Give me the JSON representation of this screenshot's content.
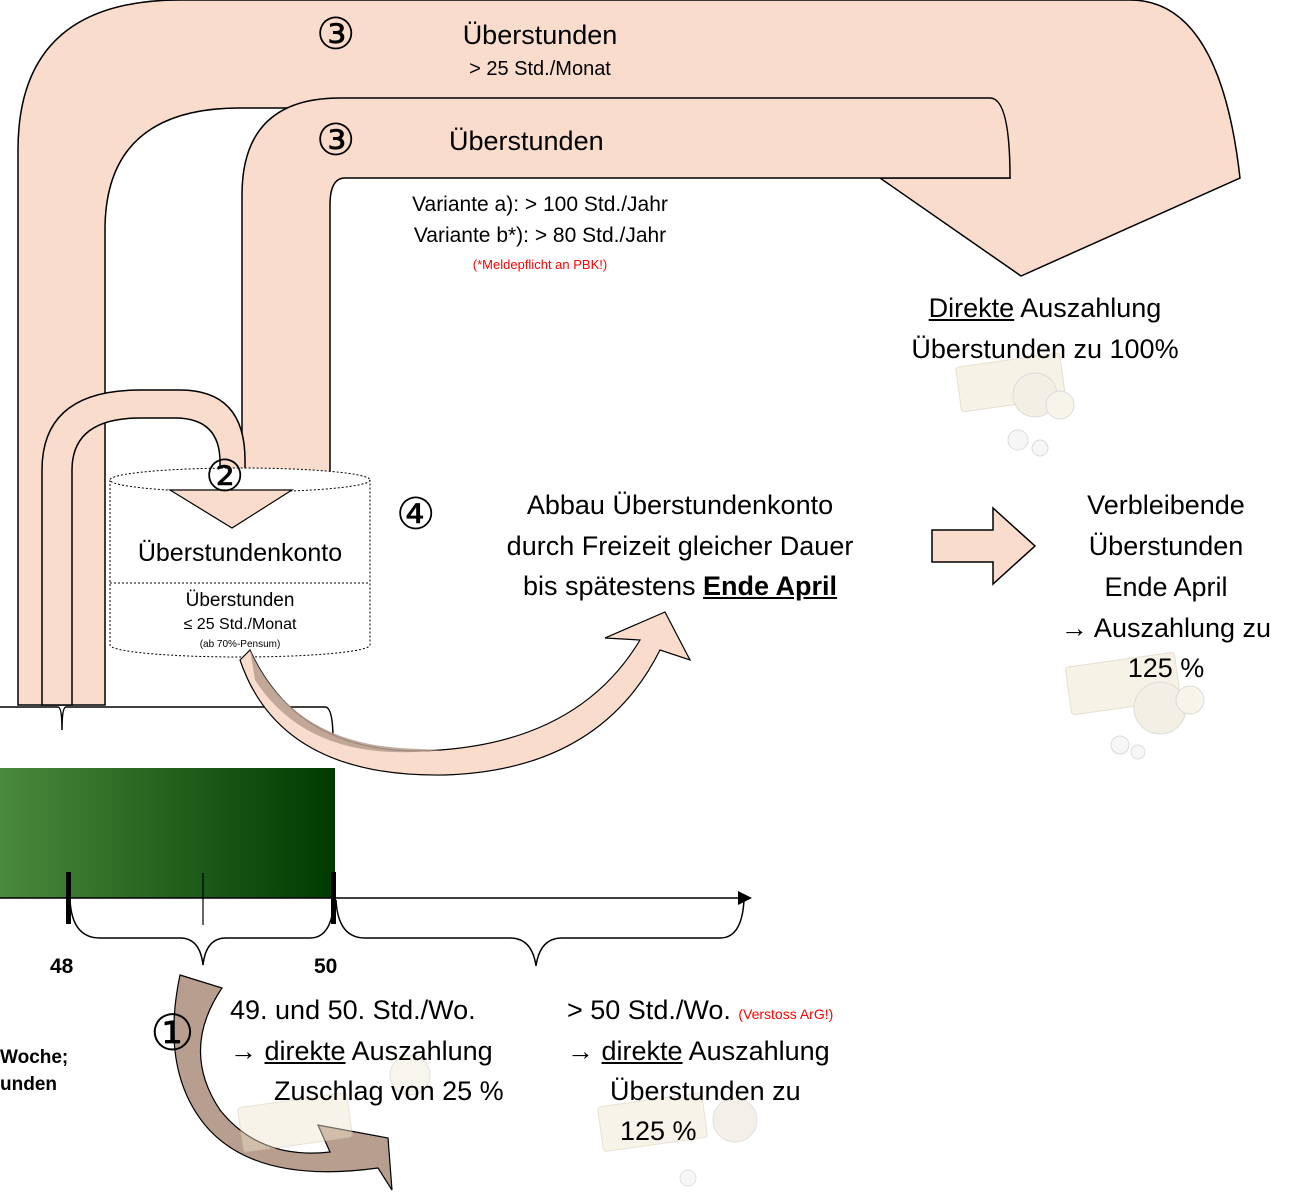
{
  "colors": {
    "arrow_fill": "#f9dccc",
    "arrow_stroke": "#000000",
    "curve_arrow_fill": "#b79e8e",
    "bar_dark": "#003a00",
    "bar_light": "#4a8a3c",
    "warning": "#ff0000"
  },
  "icons": {
    "step1": "circled-digit-one",
    "step2": "circled-digit-two",
    "step3": "circled-digit-three",
    "step4": "circled-digit-four",
    "money": "banknotes-and-coins-icon"
  },
  "step3_top": {
    "number": "③",
    "title": "Überstunden",
    "sub": "> 25 Std./Monat"
  },
  "step3_mid": {
    "number": "③",
    "title": "Überstunden",
    "variant_a": "Variante a):  > 100 Std./Jahr",
    "variant_b": "Variante b*): > 80 Std./Jahr",
    "note": "(*Meldepflicht an PBK!)"
  },
  "payout_direct": {
    "word": "Direkte",
    "rest": " Auszahlung",
    "line2": "Überstunden zu 100%"
  },
  "step2": {
    "number": "②",
    "label": "Überstundenkonto",
    "line1": "Überstunden",
    "line2": "≤ 25 Std./Monat",
    "line3": "(ab 70%-Pensum)"
  },
  "step4": {
    "number": "④",
    "line1": "Abbau Überstundenkonto",
    "line2": "durch Freizeit gleicher Dauer",
    "line3_pre": "bis spätestens ",
    "line3_bold": "Ende April"
  },
  "remaining": {
    "line1": "Verbleibende",
    "line2": "Überstunden",
    "line3": "Ende April",
    "line4": "→ Auszahlung zu",
    "line5": "125 %"
  },
  "axis": {
    "tick_48": "48",
    "tick_50": "50"
  },
  "left_cut": {
    "line1": "Woche;",
    "line2": "unden"
  },
  "step1": {
    "number": "①",
    "col1_line1": "49. und 50. Std./Wo.",
    "col1_arrow": "→ ",
    "col1_word": "direkte",
    "col1_rest": " Auszahlung",
    "col1_line3": "Zuschlag von 25 %",
    "col2_line1": "> 50 Std./Wo. ",
    "col2_warn": "(Verstoss ArG!)",
    "col2_arrow": "→ ",
    "col2_word": "direkte",
    "col2_rest": " Auszahlung",
    "col2_line3": "Überstunden zu",
    "col2_line4": "125 %"
  }
}
